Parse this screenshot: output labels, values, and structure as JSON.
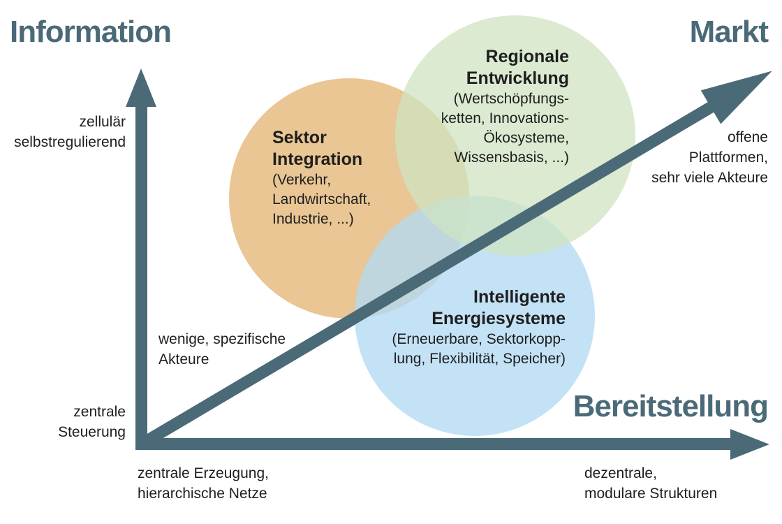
{
  "titles": {
    "top_left": "Information",
    "top_right": "Markt",
    "bottom_right": "Bereitstellung"
  },
  "axis_labels": {
    "y_top": [
      "zellulär",
      "selbstregulierend"
    ],
    "y_bottom": [
      "zentrale",
      "Steuerung"
    ],
    "x_left": [
      "zentrale Erzeugung,",
      "hierarchische Netze"
    ],
    "x_right": [
      "dezentrale,",
      "modulare Strukturen"
    ],
    "diag_low": [
      "wenige, spezifische",
      "Akteure"
    ],
    "diag_high": [
      "offene",
      "Plattformen,",
      "sehr viele Akteure"
    ]
  },
  "bubbles": {
    "sektor": {
      "heading": [
        "Sektor",
        "Integration"
      ],
      "body": [
        "(Verkehr,",
        "Landwirtschaft,",
        "Industrie, ...)"
      ]
    },
    "regional": {
      "heading": [
        "Regionale",
        "Entwicklung"
      ],
      "body": [
        "(Wertschöpfungs-",
        "ketten, Innovations-",
        "Ökosysteme,",
        "Wissensbasis, ...)"
      ]
    },
    "energie": {
      "heading": [
        "Intelligente",
        "Energiesysteme"
      ],
      "body": [
        "(Erneuerbare, Sektorkopp-",
        "lung, Flexibilität, Speicher)"
      ]
    }
  },
  "colors": {
    "axis": "#4b6a78",
    "title": "#4b6a78",
    "bubble_sektor": "#e7c18b",
    "bubble_regional": "#cfe3c0",
    "bubble_energie": "#b3daf3"
  }
}
